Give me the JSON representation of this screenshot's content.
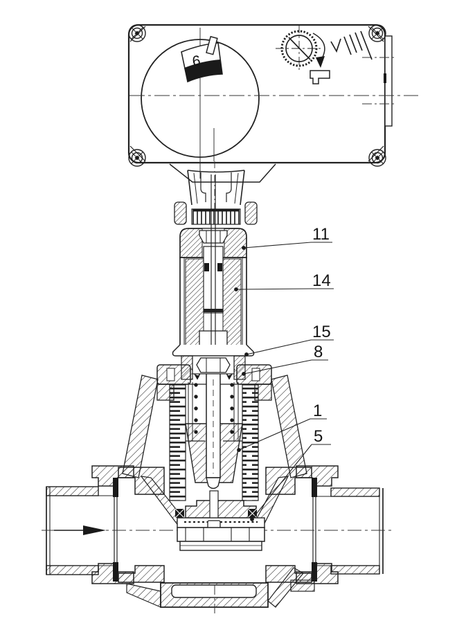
{
  "drawing": {
    "dial_value": "6"
  },
  "colors": {
    "line": "#222222",
    "black_fill": "#1a1a1a",
    "background": "#ffffff"
  },
  "callouts": [
    {
      "label": "11",
      "target": "extension-column-cap"
    },
    {
      "label": "14",
      "target": "extension-column-body"
    },
    {
      "label": "15",
      "target": "extension-column-base-ring"
    },
    {
      "label": "8",
      "target": "bonnet-adapter"
    },
    {
      "label": "1",
      "target": "plug-guide"
    },
    {
      "label": "5",
      "target": "seat-seal"
    }
  ]
}
